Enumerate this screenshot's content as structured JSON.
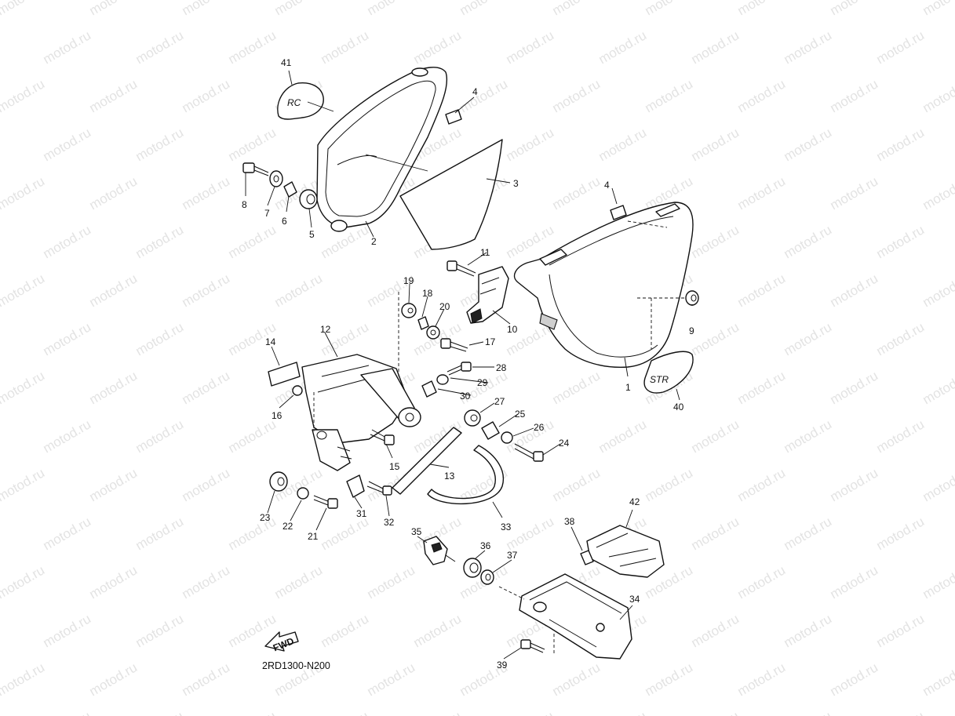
{
  "watermark": {
    "text": "motod.ru"
  },
  "diagram_code": "2RD1300-N200",
  "fwd_label": "FWD",
  "emblem_left_text": "RC",
  "emblem_right_text": "STR",
  "callouts": {
    "c1": "1",
    "c2": "2",
    "c3": "3",
    "c4a": "4",
    "c4b": "4",
    "c5": "5",
    "c6": "6",
    "c7": "7",
    "c8": "8",
    "c9": "9",
    "c10": "10",
    "c11": "11",
    "c12": "12",
    "c13": "13",
    "c14": "14",
    "c15": "15",
    "c16": "16",
    "c17": "17",
    "c18": "18",
    "c19": "19",
    "c20": "20",
    "c21": "21",
    "c22": "22",
    "c23": "23",
    "c24": "24",
    "c25": "25",
    "c26": "26",
    "c27": "27",
    "c28": "28",
    "c29": "29",
    "c30": "30",
    "c31": "31",
    "c32": "32",
    "c33": "33",
    "c34": "34",
    "c35": "35",
    "c36": "36",
    "c37": "37",
    "c38": "38",
    "c39": "39",
    "c40": "40",
    "c41": "41",
    "c42": "42"
  }
}
